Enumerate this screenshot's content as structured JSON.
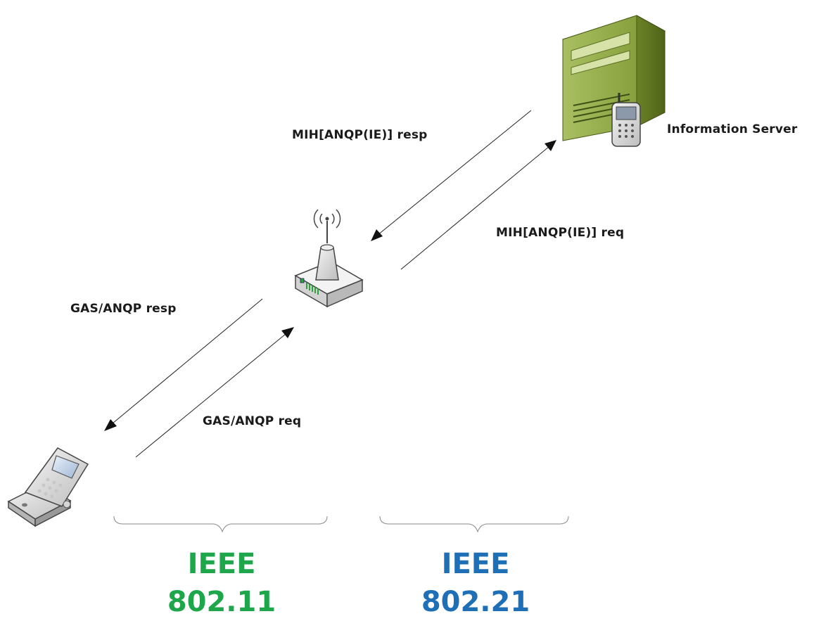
{
  "labels": {
    "information_server": "Information Server",
    "mih_resp": "MIH[ANQP(IE)] resp",
    "mih_req": "MIH[ANQP(IE)] req",
    "gas_resp": "GAS/ANQP resp",
    "gas_req": "GAS/ANQP req"
  },
  "standards": [
    {
      "line1": "IEEE",
      "line2": "802.11",
      "color": "#1ea64a"
    },
    {
      "line1": "IEEE",
      "line2": "802.21",
      "color": "#1f6fb6"
    }
  ],
  "icons": {
    "server": "server-icon",
    "server_phone": "phone-icon",
    "access_point": "wireless-access-point-icon",
    "mobile": "flip-phone-icon"
  }
}
